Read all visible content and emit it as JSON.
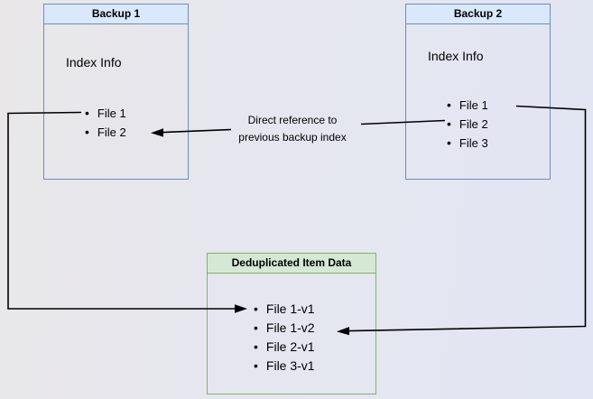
{
  "diagram": {
    "type": "backup-deduplication-diagram",
    "nodes": {
      "backup1": {
        "title": "Backup 1",
        "section_label": "Index Info",
        "items": [
          "File 1",
          "File 2"
        ],
        "border_color": "#6c8ebf",
        "header_fill": "#dae8fc"
      },
      "backup2": {
        "title": "Backup 2",
        "section_label": "Index Info",
        "items": [
          "File 1",
          "File 2",
          "File 3"
        ],
        "border_color": "#6c8ebf",
        "header_fill": "#dae8fc"
      },
      "dedup": {
        "title": "Deduplicated Item Data",
        "items": [
          "File 1-v1",
          "File 1-v2",
          "File 2-v1",
          "File 3-v1"
        ],
        "border_color": "#82b366",
        "header_fill": "#d5e8d4"
      }
    },
    "annotation": {
      "line1": "Direct reference to",
      "line2": "previous backup index"
    },
    "edges": [
      {
        "name": "backup2-file2-to-backup1-file2",
        "label": "Direct reference to previous backup index"
      },
      {
        "name": "backup1-file1-to-dedup-file1v1",
        "label": ""
      },
      {
        "name": "backup2-file1-to-dedup-file1v2",
        "label": ""
      }
    ],
    "colors": {
      "connector": "#000000",
      "text": "#000000",
      "background_left": "#e9e7e8",
      "background_right": "#e2e5f3"
    }
  }
}
